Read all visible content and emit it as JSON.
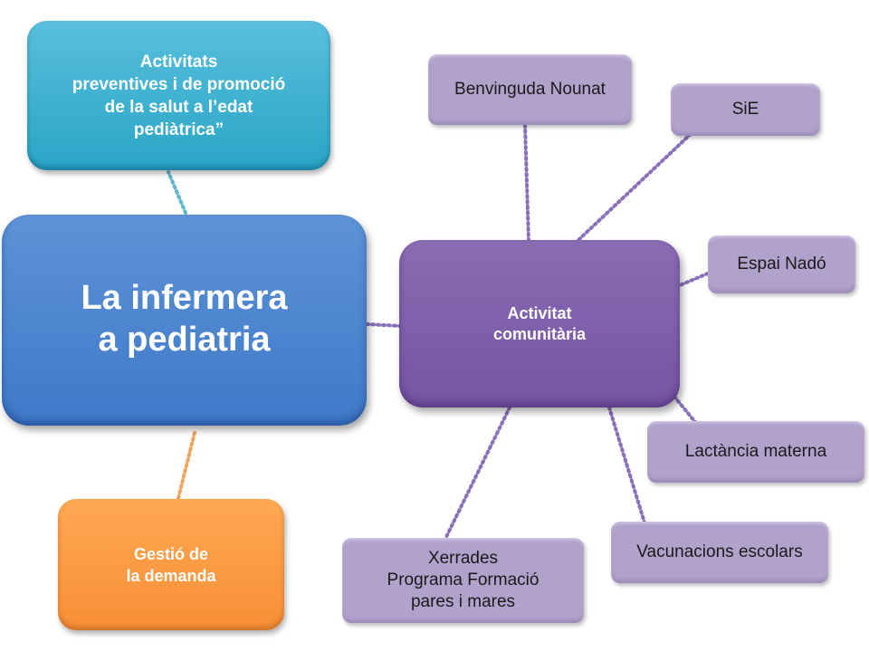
{
  "center": {
    "text": "La infermera\na pediatria"
  },
  "preventive": {
    "text": "Activitats\npreventives i de promoció\nde la salut a l’edat\npediàtrica”"
  },
  "demand": {
    "text": "Gestió de\nla demanda"
  },
  "community": {
    "text": "Activitat\ncomunitària"
  },
  "activities": [
    {
      "id": "benvinguda",
      "text": "Benvinguda Nounat"
    },
    {
      "id": "sie",
      "text": "SiE"
    },
    {
      "id": "espai",
      "text": "Espai Nadó"
    },
    {
      "id": "lactancia",
      "text": "Lactància materna"
    },
    {
      "id": "vacunacions",
      "text": "Vacunacions escolars"
    },
    {
      "id": "xerrades",
      "text": "Xerrades\nPrograma Formació\npares i mares"
    }
  ],
  "colors": {
    "teal": "#2aa5c6",
    "blue": "#4a84cf",
    "purple": "#7d5eab",
    "lilac": "#b1a2cc",
    "orange": "#f99a42",
    "link_teal": "#5eb6cf",
    "link_orange": "#f0a35e",
    "link_purple": "#8a70b8"
  }
}
